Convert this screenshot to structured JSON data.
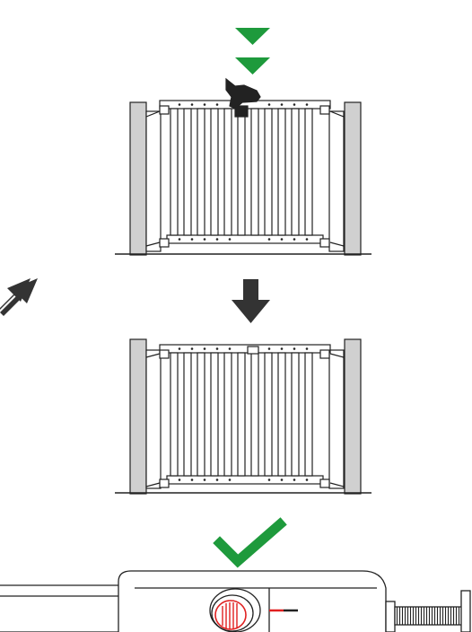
{
  "figure": {
    "steps": [
      {
        "id": "step-1-lower-handle",
        "indicator": "double-down-triangle",
        "indicator_color": "#1e9a3c"
      },
      {
        "id": "step-2-gate-closed",
        "indicator": "down-arrow",
        "indicator_color": "#333333"
      },
      {
        "id": "step-3-lock-detail",
        "indicator": "check-mark",
        "indicator_color": "#1e9a3c"
      }
    ],
    "side_indicator": {
      "icon": "diagonal-up-right-arrow",
      "color": "#333333"
    },
    "colors": {
      "line": "#222222",
      "wall": "#d0d0d0",
      "lock_indicator": "#e02020",
      "success": "#1e9a3c",
      "arrow": "#333333"
    }
  }
}
